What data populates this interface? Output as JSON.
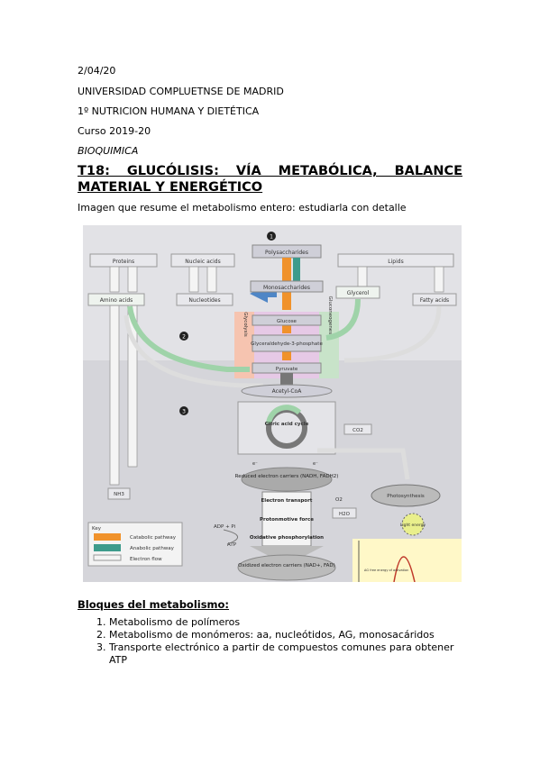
{
  "header": {
    "date": "2/04/20",
    "university": "UNIVERSIDAD COMPLUETNSE DE MADRID",
    "degree": "1º NUTRICION HUMANA Y DIETÉTICA",
    "course": "Curso 2019-20",
    "subject": "BIOQUIMICA"
  },
  "title": {
    "line1": "T18: GLUCÓLISIS: VÍA METABÓLICA, BALANCE",
    "line2": "MATERIAL Y ENERGÉTICO"
  },
  "intro": "Imagen que resume el metabolismo entero: estudiarla con detalle",
  "diagram": {
    "markers": [
      "1",
      "2",
      "3"
    ],
    "top_boxes": [
      "Proteins",
      "Nucleic acids",
      "Polysaccharides",
      "Lipids"
    ],
    "monomers": [
      "Amino acids",
      "Nucleotides",
      "Monosaccharides",
      "Glycerol",
      "Fatty acids"
    ],
    "glycolysis_steps": [
      "Glucose",
      "Glyceraldehyde-3-phosphate",
      "Pyruvate"
    ],
    "glycolysis_label": "Glycolysis",
    "gluconeogenesis_label": "Gluconeogenesis",
    "acetyl": "Acetyl-CoA",
    "cycle": "Citric acid cycle",
    "co2": "CO2",
    "e_label": "e⁻",
    "nh3": "NH3",
    "reduced": "Reduced electron carriers (NADH, FADH2)",
    "o2": "O2",
    "h2o": "H2O",
    "photosynthesis": "Photosynthesis",
    "light": "Light energy",
    "electron_transport": "Electron transport",
    "proton_force": "Protonmotive force",
    "oxphos": "Oxidative phosphorylation",
    "adp": "ADP + Pi",
    "atp": "ATP",
    "oxidized": "Oxidized electron carriers (NAD+, FAD)",
    "key": {
      "title": "Key",
      "catabolic": "Catabolic pathway",
      "anabolic": "Anabolic pathway",
      "electron": "Electron flow"
    },
    "inset_text": "ΔG free energy of activation",
    "colors": {
      "catabolic": "#f0922b",
      "anabolic": "#3d9b8c",
      "glycolysis_panel": "#f6c4b0",
      "box_fill": "#cfcfd8",
      "blue": "#4f86c6"
    }
  },
  "blocks_title": "Bloques del metabolismo:",
  "blocks": [
    "Metabolismo de polímeros",
    "Metabolismo de monómeros: aa, nucleótidos, AG, monosacáridos",
    "Transporte electrónico a partir de compuestos comunes para obtener ATP"
  ]
}
